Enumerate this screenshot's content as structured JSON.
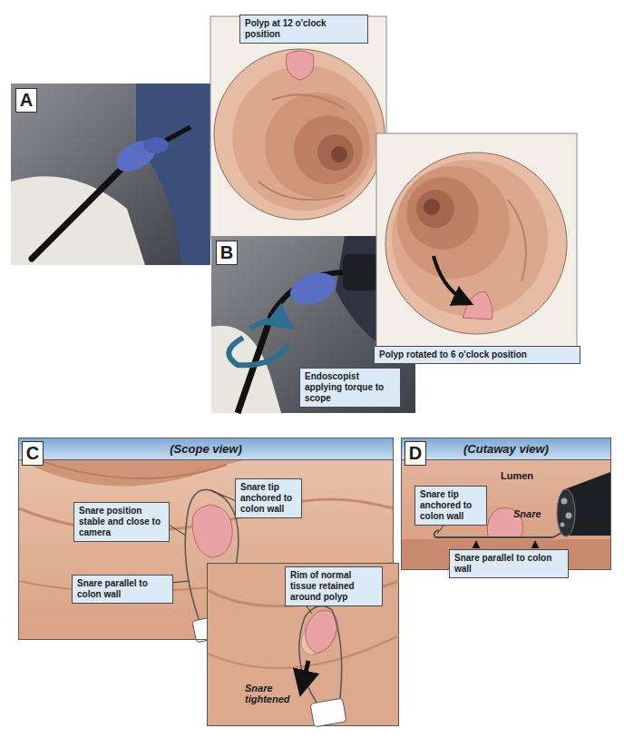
{
  "diagram": {
    "nodes": [
      {
        "text": [
          "Polyp at 12 o'clock position"
        ]
      },
      {
        "text": [
          "Polyp rotated to 6 o'clock position"
        ]
      },
      {
        "text": [
          "Endoscopist applying torque to scope"
        ]
      },
      {
        "text": [
          "(Scope view)"
        ]
      },
      {
        "text": [
          "Snare tip anchored to colon wall"
        ],
        "in": 3
      },
      {
        "text": [
          "Snare position stable and close to camera"
        ],
        "in": 3
      },
      {
        "text": [
          "Snare parallel to colon wall"
        ],
        "in": 3
      },
      {
        "text": [
          "Rim of normal tissue retained around polyp"
        ]
      },
      {
        "text": [
          "(Cutaway view)"
        ]
      },
      {
        "text": [
          "Snare tip anchored to colon wall"
        ],
        "in": 8
      },
      {
        "text": [
          "Snare parallel to colon wall"
        ],
        "in": 8
      }
    ],
    "labels": [
      "A",
      "B",
      "C",
      "D",
      "Snare tightened",
      "Lumen",
      "Snare"
    ]
  }
}
